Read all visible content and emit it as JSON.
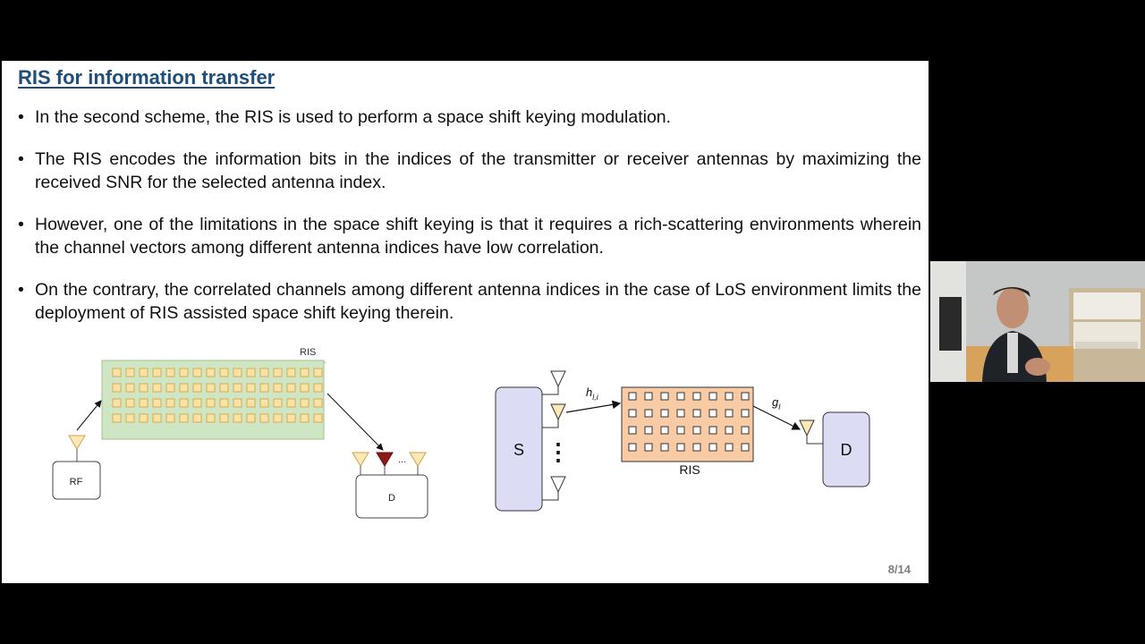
{
  "slide": {
    "title": "RIS for information transfer",
    "bullets": [
      "In the second scheme, the RIS is used to perform a space shift keying modulation.",
      "The RIS encodes the information bits in the indices of the transmitter or receiver antennas by maximizing the received SNR for the selected antenna index.",
      "However, one of the limitations in the space shift keying is that it requires a rich-scattering environments wherein the channel vectors among different antenna indices have low correlation.",
      "On the contrary, the correlated channels among different antenna indices in the case of LoS environment limits the deployment of RIS assisted space shift keying therein."
    ],
    "page_number": "8/14"
  },
  "diagram_left": {
    "ris_label": "RIS",
    "rf_label": "RF",
    "d_label": "D",
    "ellipsis": "..."
  },
  "diagram_right": {
    "s_label": "S",
    "d_label": "D",
    "ris_label": "RIS",
    "h_label": "h",
    "h_sub": "l,i",
    "g_label": "g",
    "g_sub": "l",
    "dots": "⋮"
  },
  "colors": {
    "title": "#1f4e79",
    "ris_left_fill": "#cfe6c5",
    "ris_right_fill": "#f8cba4",
    "node_fill": "#dcdcf4",
    "antenna_fill": "#fde9b6",
    "selected_antenna": "#8b1a1a"
  },
  "webcam": {
    "content": "presenter-video"
  }
}
